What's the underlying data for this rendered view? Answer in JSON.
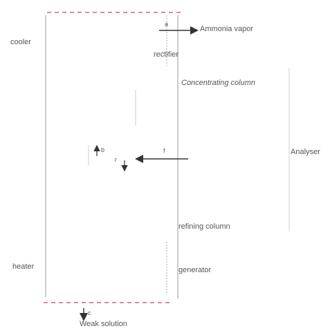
{
  "labels": {
    "ammonia_vapor": "Ammonia vapor",
    "stream_a": "a",
    "cooler": "cooler",
    "rectifier": "rectifier",
    "concentrating_column": "Concentrating column",
    "analyser": "Analyser",
    "stream_f": "f",
    "stream_b": "b",
    "stream_r": "r",
    "refining_column": "refining column",
    "heater": "heater",
    "generator": "generator",
    "stream_c": "c",
    "weak_solution": "Weak solution"
  },
  "colors": {
    "line_gray": "#606060",
    "tray_red": "#c0305a",
    "tray_blue": "#3a6fd0",
    "tray_green": "#4aa870",
    "dash_magenta": "#c04080",
    "arrow": "#333333"
  }
}
